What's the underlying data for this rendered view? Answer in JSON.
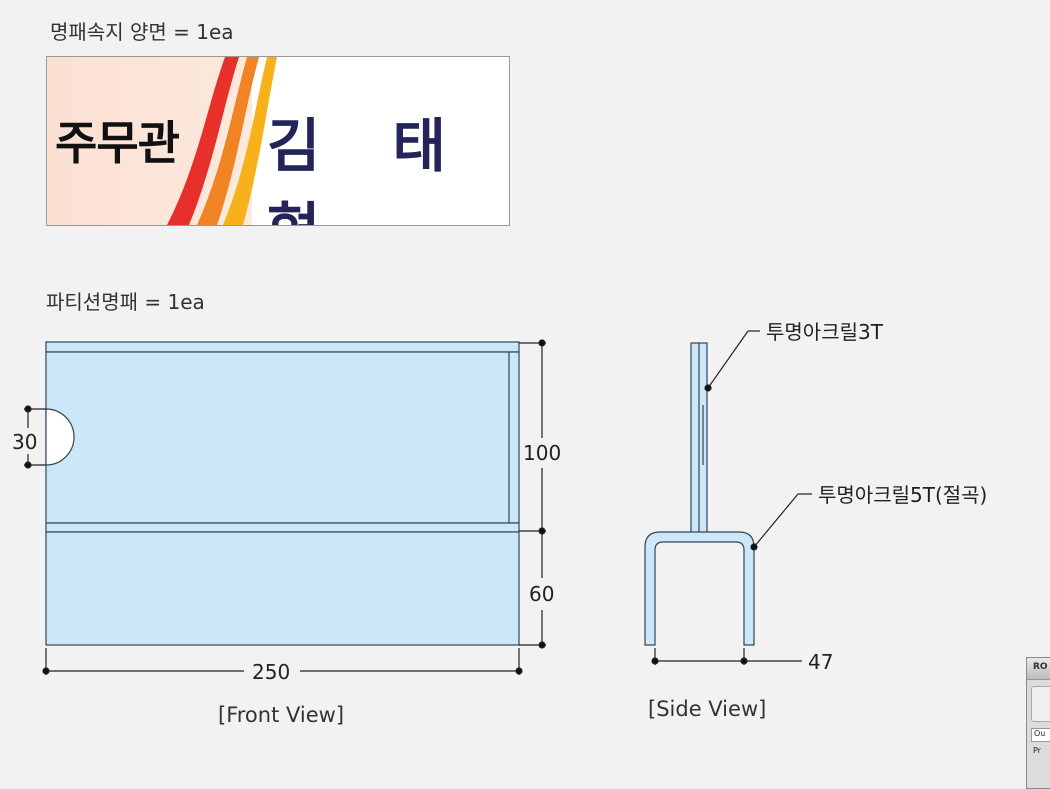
{
  "header1": "명패속지 양면 = 1ea",
  "header2": "파티션명패 = 1ea",
  "nameplate": {
    "rank": "주무관",
    "name": "김 태 형",
    "stripe_colors": [
      "#e8302a",
      "#f08424",
      "#f7b21b"
    ]
  },
  "front_view": {
    "caption": "[Front View]",
    "dim_width": "250",
    "dim_upper": "100",
    "dim_lower": "60",
    "dim_hole": "30",
    "fill_color": "#cce8f8",
    "line_color": "#334455"
  },
  "side_view": {
    "caption": "[Side View]",
    "callout_top": "투명아크릴3T",
    "callout_bottom": "투명아크릴5T(절곡)",
    "dim_depth": "47"
  },
  "app_window": {
    "title": "RO",
    "field": "Ou",
    "label": "Pr"
  }
}
